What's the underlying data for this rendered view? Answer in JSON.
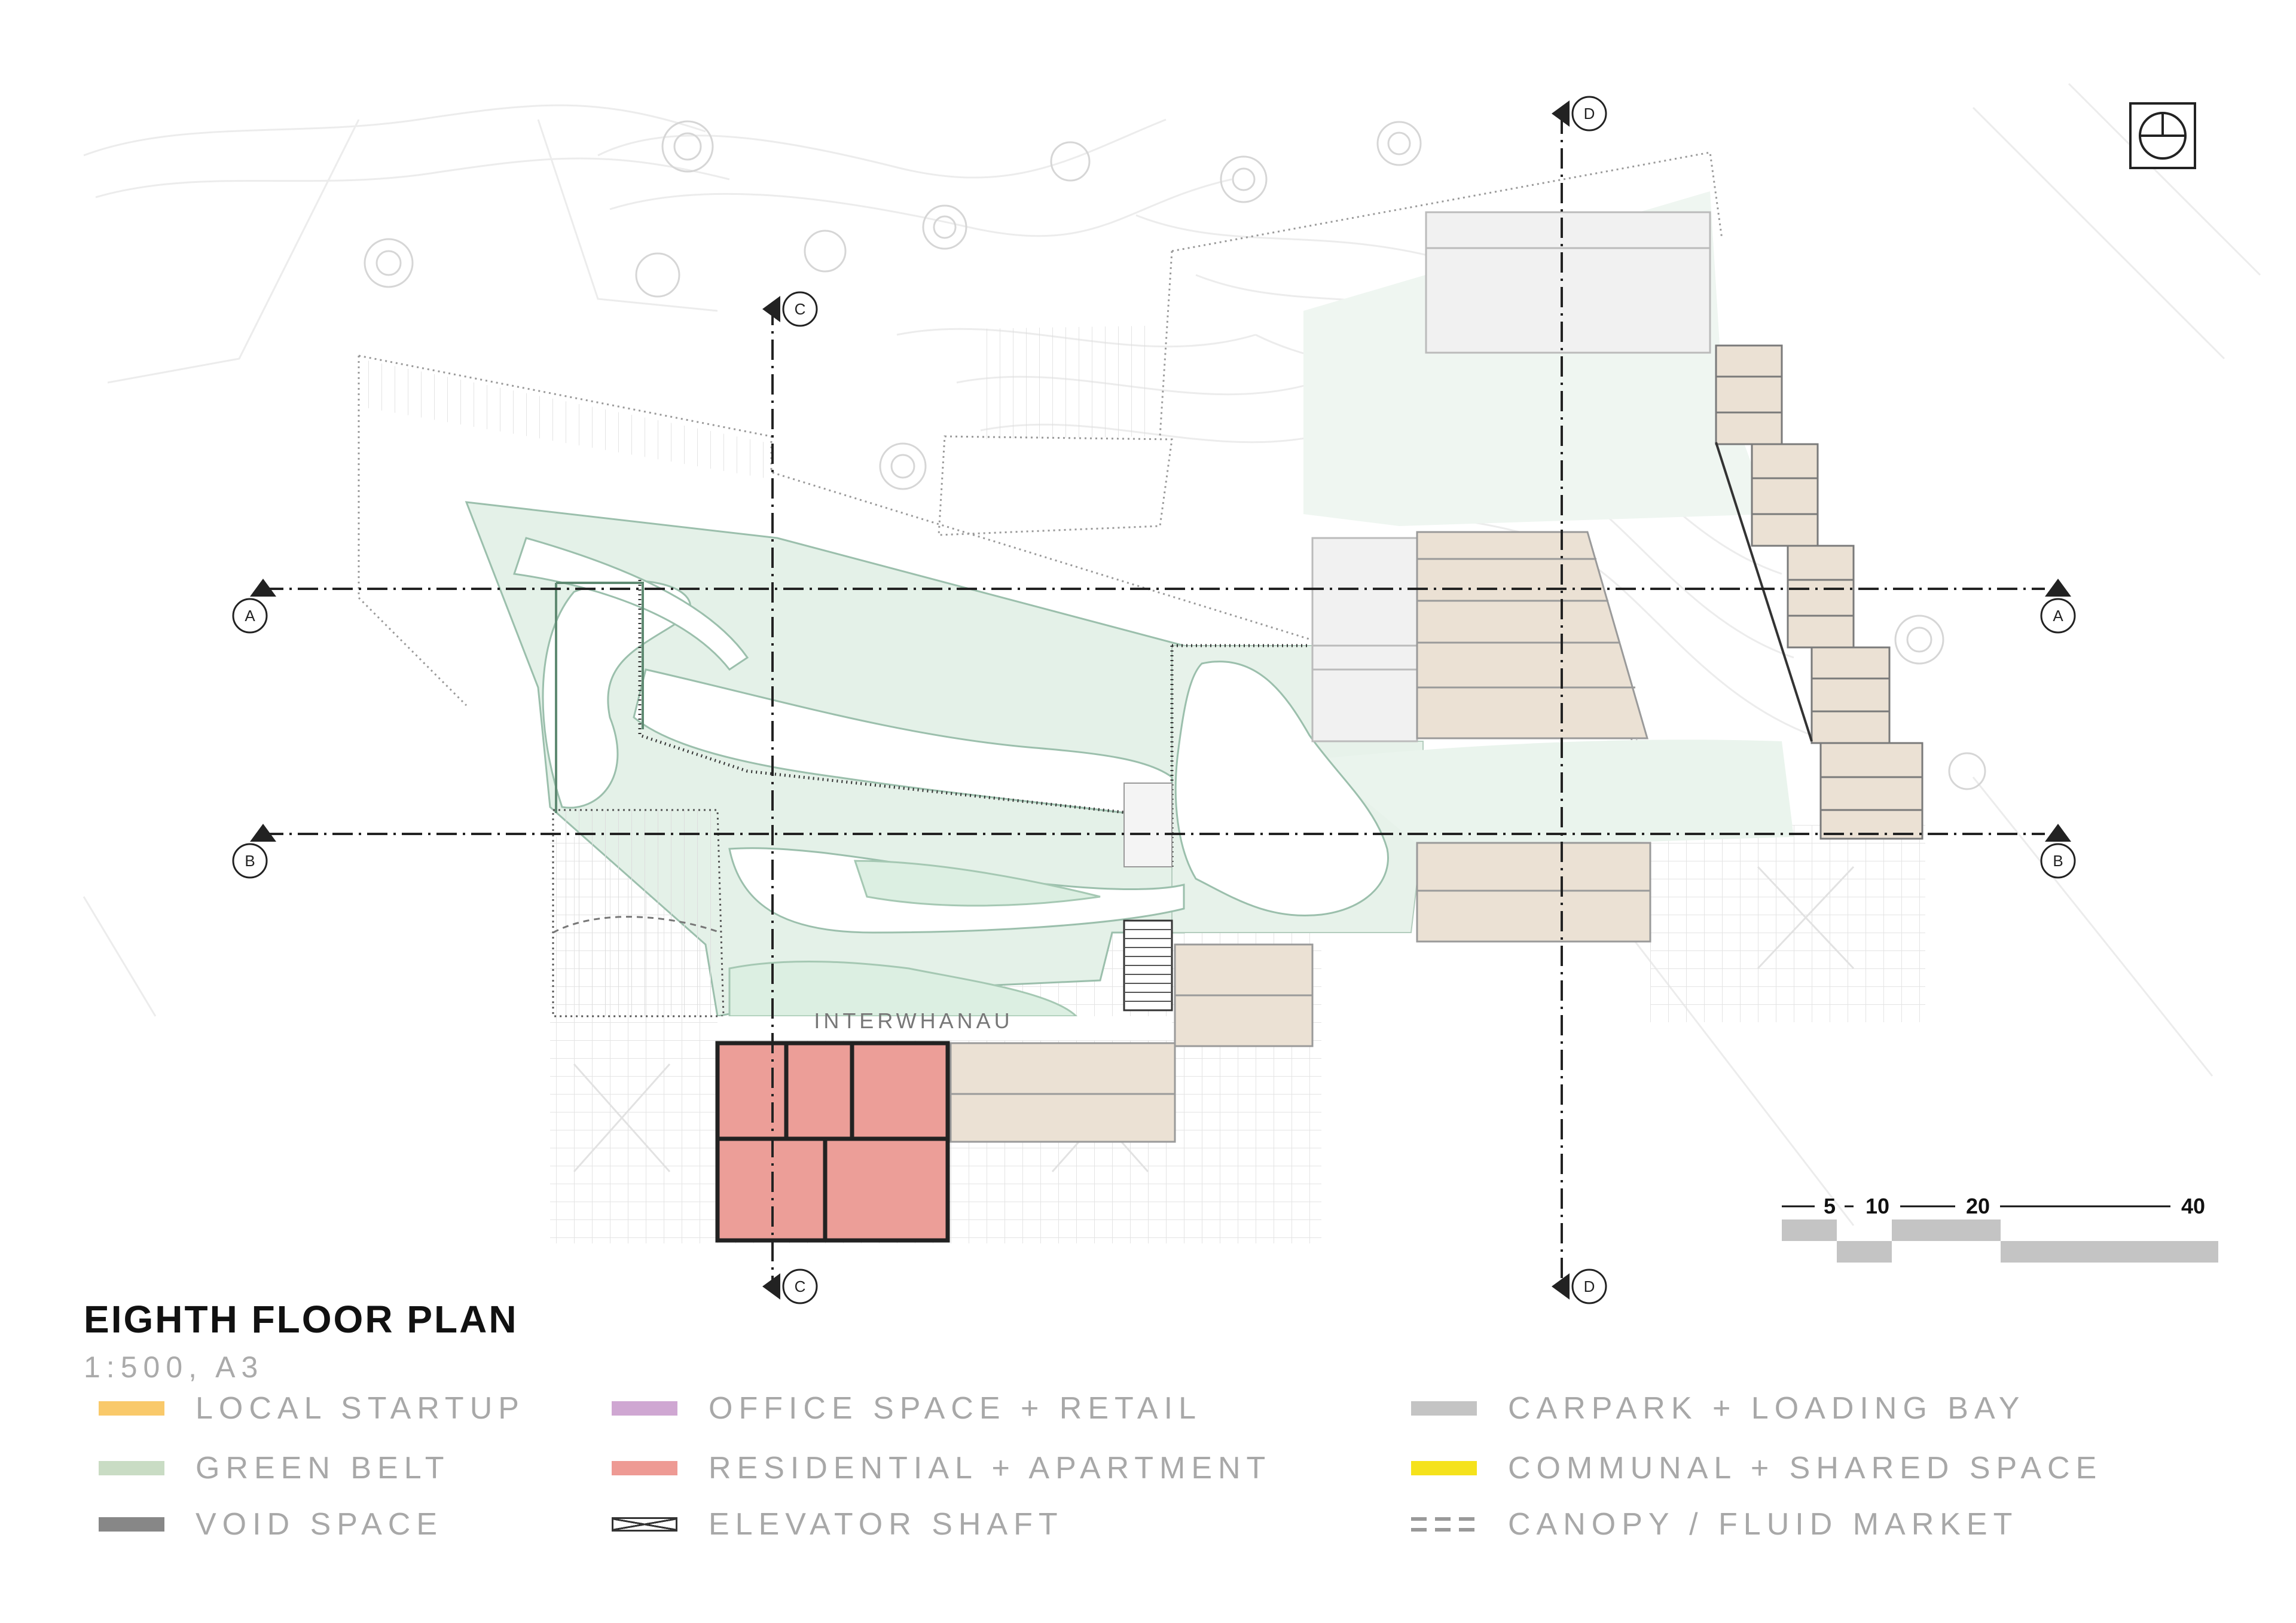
{
  "title": "EIGHTH FLOOR PLAN",
  "subtitle": "1:500, A3",
  "place_label": "INTERWHANAU",
  "section_markers": {
    "a": "A",
    "b": "B",
    "c": "C",
    "d": "D"
  },
  "scale_bar": {
    "labels": [
      "5",
      "10",
      "20",
      "40"
    ]
  },
  "legend": [
    {
      "label": "LOCAL STARTUP",
      "color": "#f9c96a",
      "pattern": "solid"
    },
    {
      "label": "OFFICE SPACE + RETAIL",
      "color": "#cfa7d2",
      "pattern": "solid"
    },
    {
      "label": "CARPARK + LOADING BAY",
      "color": "#c4c4c4",
      "pattern": "solid"
    },
    {
      "label": "GREEN BELT",
      "color": "#c9dcc4",
      "pattern": "solid"
    },
    {
      "label": "RESIDENTIAL + APARTMENT",
      "color": "#ee9a94",
      "pattern": "solid"
    },
    {
      "label": "COMMUNAL + SHARED SPACE",
      "color": "#f5e21c",
      "pattern": "solid"
    },
    {
      "label": "VOID SPACE",
      "color": "#878787",
      "pattern": "solid"
    },
    {
      "label": "ELEVATOR SHAFT",
      "color": "#333333",
      "pattern": "crossed-box"
    },
    {
      "label": "CANOPY / FLUID  MARKET",
      "color": "#999999",
      "pattern": "dashed"
    }
  ],
  "colors": {
    "green_belt": "#e4f1e8",
    "green_outline": "#7fa590",
    "residential": "#ec9e98",
    "commercial_beige": "#ebe1d4",
    "carpark_grey": "#eeeeee",
    "section_line": "#222222"
  },
  "icons": {
    "north": "north-arrow-icon"
  }
}
